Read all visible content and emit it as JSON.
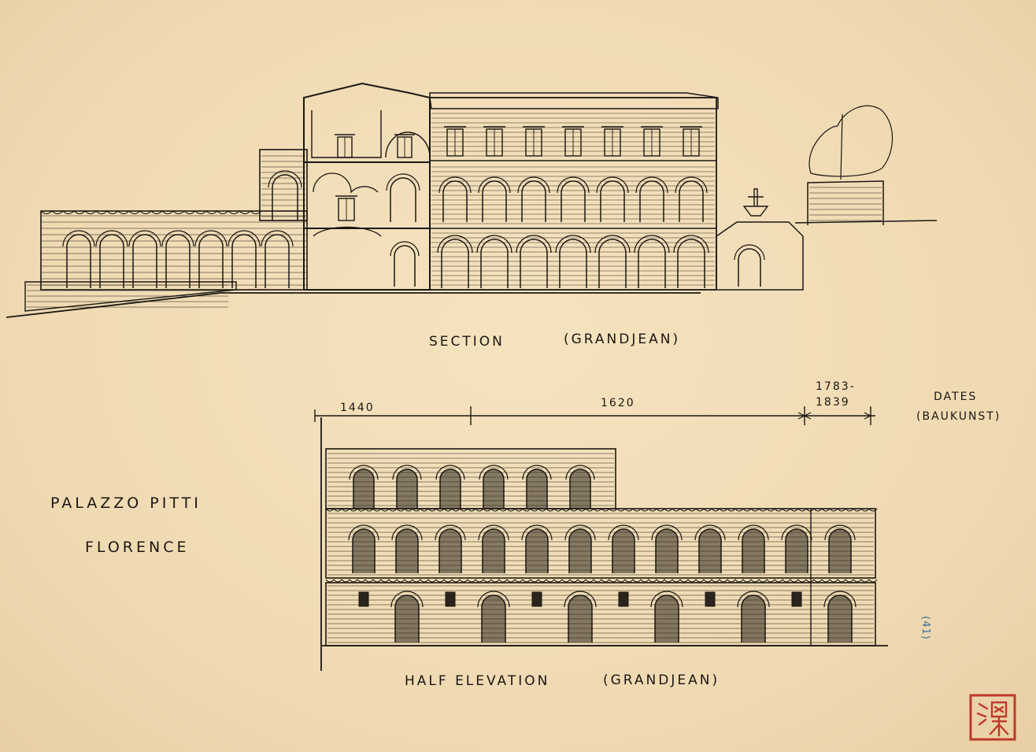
{
  "labels": {
    "section_caption": "SECTION",
    "section_author": "(GRANDJEAN)",
    "elevation_caption": "HALF ELEVATION",
    "elevation_author": "(GRANDJEAN)",
    "title_line1": "PALAZZO PITTI",
    "title_line2": "FLORENCE",
    "dates_heading": "DATES",
    "dates_source": "(BAUKUNST)",
    "page_number": "(41)"
  },
  "timeline": {
    "periods": [
      "1440",
      "1620",
      "1783-",
      "1839"
    ]
  },
  "colors": {
    "paper": "#f0ddb7",
    "ink": "#1b1712",
    "page_number_ink": "#3d6f9c",
    "seal_red": "#c0392b"
  },
  "icons": {
    "seal": "red-square-seal-icon"
  }
}
